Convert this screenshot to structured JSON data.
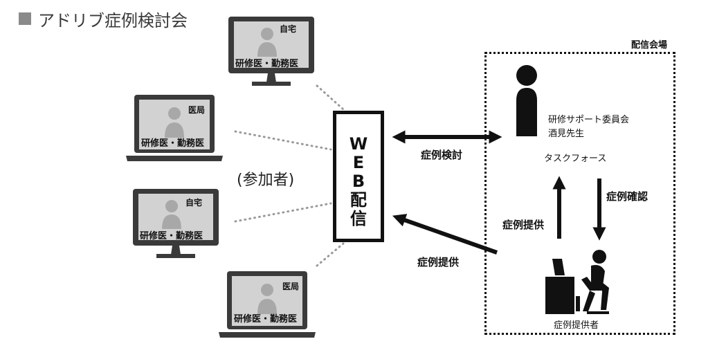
{
  "header": {
    "title": "アドリブ症例検討会"
  },
  "participants_label": "(参加者)",
  "devices": [
    {
      "type": "monitor",
      "location": "自宅",
      "role": "研修医・勤務医"
    },
    {
      "type": "laptop",
      "location": "医局",
      "role": "研修医・勤務医"
    },
    {
      "type": "monitor",
      "location": "自宅",
      "role": "研修医・勤務医"
    },
    {
      "type": "laptop",
      "location": "医局",
      "role": "研修医・勤務医"
    }
  ],
  "web_box": {
    "label": "WEB配信"
  },
  "venue": {
    "title": "配信会場",
    "committee": "研修サポート委員会",
    "person": "酒見先生",
    "task_force": "タスクフォース",
    "provider": "症例提供者"
  },
  "arrows": {
    "discussion": "症例検討",
    "provide_left": "症例提供",
    "provide_up": "症例提供",
    "confirm_down": "症例確認"
  },
  "colors": {
    "device_dark": "#3a3a3a",
    "screen_gray": "#d2d2d2",
    "person_gray": "#a8a8a8",
    "ink": "#111111",
    "header_square": "#8a8a8a"
  }
}
